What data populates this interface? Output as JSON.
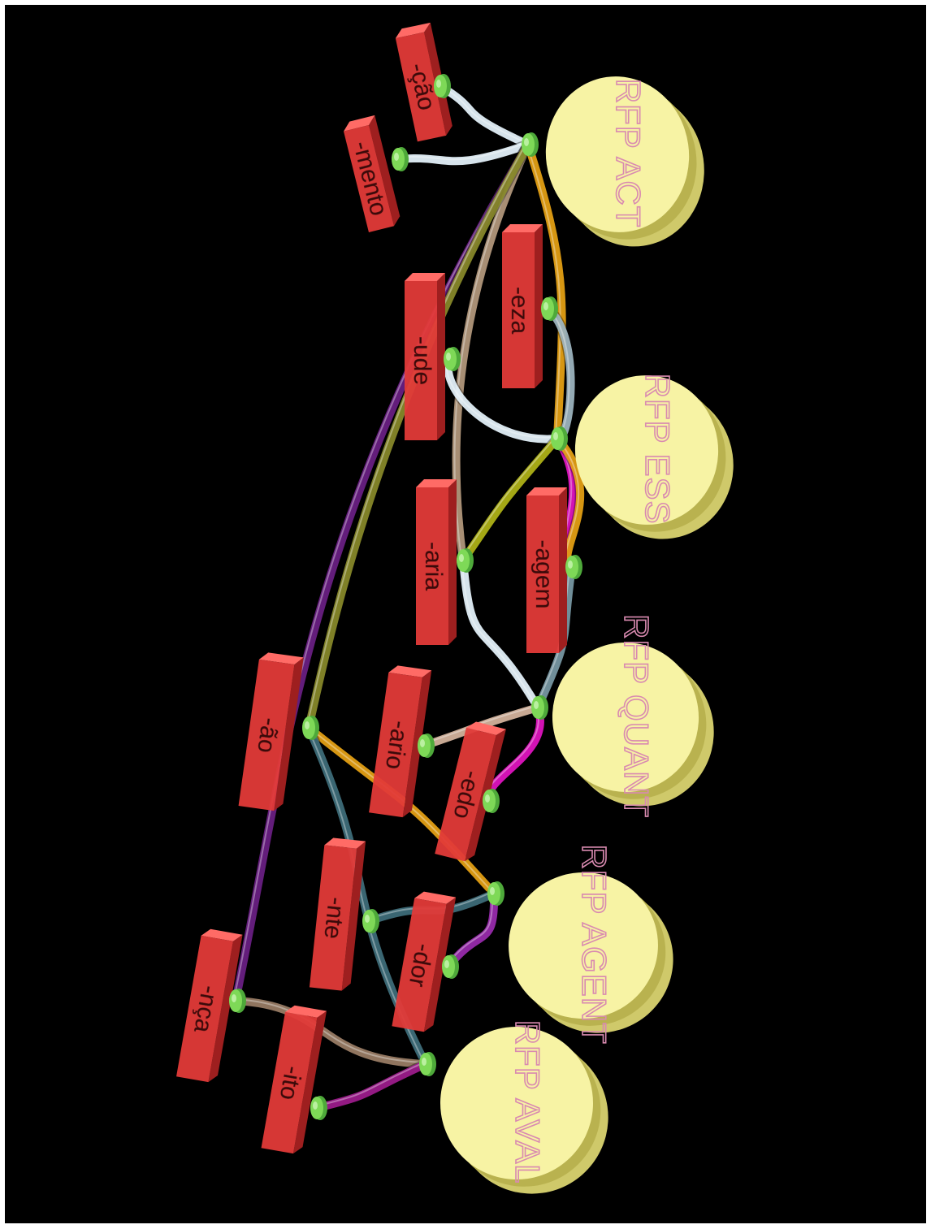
{
  "colors": {
    "background": "#000000",
    "frame": "#ffffff",
    "node_fill": "#f7f3a4",
    "node_side": "#cfc96a",
    "node_text": "#d98ab0",
    "suffix_fill": "#e23a38",
    "suffix_side": "#9e1f1f",
    "suffix_top": "#ff6b66",
    "connector": "#7ed957"
  },
  "nodes": [
    {
      "id": "act",
      "label": "RFP ACT"
    },
    {
      "id": "ess",
      "label": "RFP ESS"
    },
    {
      "id": "quant",
      "label": "RFP QUANT"
    },
    {
      "id": "agent",
      "label": "RFP AGENT"
    },
    {
      "id": "aval",
      "label": "RFP AVAL"
    }
  ],
  "suffixes": [
    {
      "id": "cao",
      "label": "-ção"
    },
    {
      "id": "mento",
      "label": "-mento"
    },
    {
      "id": "eza",
      "label": "-eza"
    },
    {
      "id": "ude",
      "label": "-ude"
    },
    {
      "id": "aria",
      "label": "-aria"
    },
    {
      "id": "agem",
      "label": "-agem"
    },
    {
      "id": "ao",
      "label": "-ão"
    },
    {
      "id": "ario",
      "label": "-ario"
    },
    {
      "id": "edo",
      "label": "-edo"
    },
    {
      "id": "nte",
      "label": "-nte"
    },
    {
      "id": "dor",
      "label": "-dor"
    },
    {
      "id": "nca",
      "label": "-nça"
    },
    {
      "id": "ito",
      "label": "-ito"
    }
  ],
  "links": [
    {
      "from": "act",
      "to": "cao",
      "color": "#e8f6ff"
    },
    {
      "from": "act",
      "to": "mento",
      "color": "#e8f6ff"
    },
    {
      "from": "act",
      "to": "nca",
      "color": "#6b1f86"
    },
    {
      "from": "act",
      "to": "aria",
      "color": "#b59a7e"
    },
    {
      "from": "act",
      "to": "ao",
      "color": "#8a8b2a"
    },
    {
      "from": "act",
      "to": "ess",
      "color": "#e8a313"
    },
    {
      "from": "ess",
      "to": "eza",
      "color": "#9fb7c2"
    },
    {
      "from": "ess",
      "to": "ude",
      "color": "#e8f6ff"
    },
    {
      "from": "ess",
      "to": "aria",
      "color": "#b2b517"
    },
    {
      "from": "ess",
      "to": "agem",
      "color": "#e413c3"
    },
    {
      "from": "ess",
      "to": "agem",
      "color": "#e8a313"
    },
    {
      "from": "quant",
      "to": "aria",
      "color": "#e8f6ff"
    },
    {
      "from": "quant",
      "to": "agem",
      "color": "#7a9aa6"
    },
    {
      "from": "quant",
      "to": "ario",
      "color": "#d8b6a0"
    },
    {
      "from": "quant",
      "to": "edo",
      "color": "#e413c3"
    },
    {
      "from": "agent",
      "to": "ao",
      "color": "#e8a313"
    },
    {
      "from": "agent",
      "to": "nte",
      "color": "#3f6f7c"
    },
    {
      "from": "agent",
      "to": "dor",
      "color": "#9b2bb0"
    },
    {
      "from": "aval",
      "to": "ao",
      "color": "#3f6f7c"
    },
    {
      "from": "aval",
      "to": "nca",
      "color": "#9c7f67"
    },
    {
      "from": "aval",
      "to": "ito",
      "color": "#a01c8e"
    }
  ]
}
